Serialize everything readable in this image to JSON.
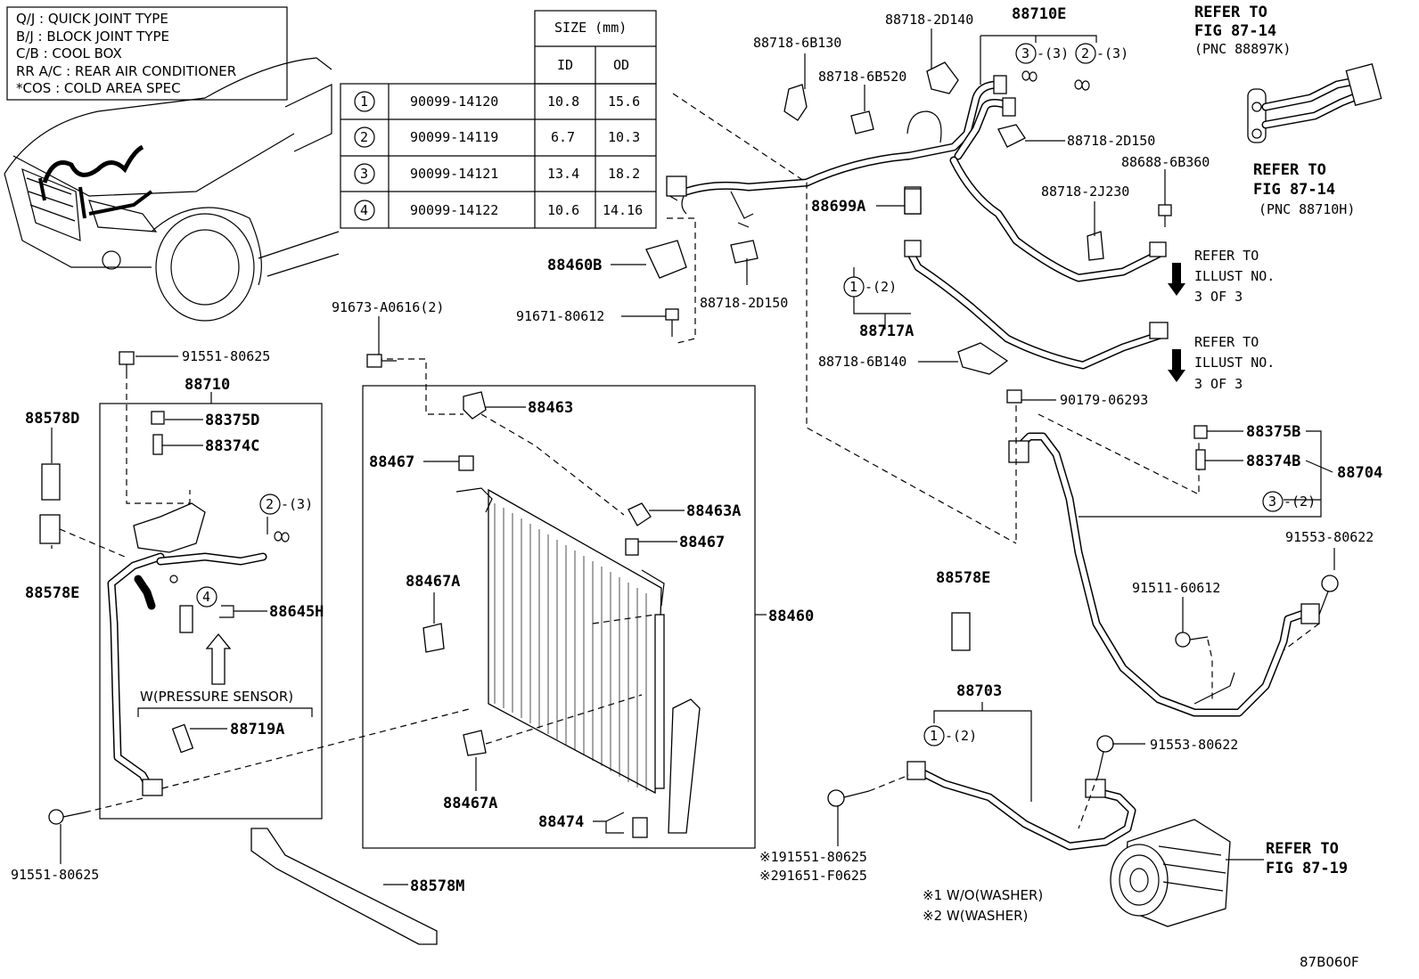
{
  "legend": [
    "Q/J  :  QUICK JOINT TYPE",
    "B/J  :  BLOCK JOINT TYPE",
    "C/B  :  COOL BOX",
    "RR A/C  :  REAR AIR CONDITIONER",
    "*COS  :  COLD AREA SPEC"
  ],
  "size_table": {
    "header": "SIZE (mm)",
    "col_id": "ID",
    "col_od": "OD",
    "rows": [
      {
        "num": "1",
        "part": "90099-14120",
        "id": "10.8",
        "od": "15.6"
      },
      {
        "num": "2",
        "part": "90099-14119",
        "id": "6.7",
        "od": "10.3"
      },
      {
        "num": "3",
        "part": "90099-14121",
        "id": "13.4",
        "od": "18.2"
      },
      {
        "num": "4",
        "part": "90099-14122",
        "id": "10.6",
        "od": "14.16"
      }
    ]
  },
  "labels": {
    "p88718_6B130": "88718-6B130",
    "p88718_2D140": "88718-2D140",
    "p88710E": "88710E",
    "refer_87_14a": "REFER TO",
    "refer_87_14a2": "FIG 87-14",
    "refer_87_14a3": "(PNC 88897K)",
    "p88718_6B520": "88718-6B520",
    "c3_3": "-(3)",
    "c2_3a": "-(3)",
    "p88718_2D150a": "88718-2D150",
    "p88688_6B360": "88688-6B360",
    "refer_87_14b": "REFER TO",
    "refer_87_14b2": "FIG 87-14",
    "refer_87_14b3": "(PNC 88710H)",
    "p88718_2J230": "88718-2J230",
    "p88699A": "88699A",
    "p88460B": "88460B",
    "p88718_2D150b": "88718-2D150",
    "c1_2a": "-(2)",
    "p88717A": "88717A",
    "refer_ill1a": "REFER TO",
    "refer_ill1b": "ILLUST NO.",
    "refer_ill1c": "3 OF 3",
    "p91673": "91673-A0616(2)",
    "p91671": "91671-80612",
    "p88718_6B140": "88718-6B140",
    "refer_ill2a": "REFER TO",
    "refer_ill2b": "ILLUST NO.",
    "refer_ill2c": "3 OF 3",
    "p91551a": "91551-80625",
    "p88710": "88710",
    "p88578D": "88578D",
    "p88375D": "88375D",
    "p88374C": "88374C",
    "p88463": "88463",
    "p90179": "90179-06293",
    "p88375B": "88375B",
    "p88374B": "88374B",
    "p88704": "88704",
    "p88467a": "88467",
    "c2_3b": "-(3)",
    "p88463A": "88463A",
    "c3_2": "-(2)",
    "p88578E_a": "88578E",
    "p88467b": "88467",
    "p91553a": "91553-80622",
    "p88645H": "88645H",
    "p88467A_a": "88467A",
    "p88578E_b": "88578E",
    "p91511": "91511-60612",
    "p88460": "88460",
    "w_pressure": "W(PRESSURE SENSOR)",
    "p88719A": "88719A",
    "p88703": "88703",
    "c1_2b": "-(2)",
    "p91553b": "91553-80622",
    "p88467A_b": "88467A",
    "p88474": "88474",
    "p91551b": "91551-80625",
    "note1_part": "※191551-80625",
    "note2_part": "※291651-F0625",
    "refer_87_19a": "REFER TO",
    "refer_87_19b": "FIG 87-19",
    "p88578M": "88578M",
    "note1": "※1 W/O(WASHER)",
    "note2": "※2 W(WASHER)",
    "fig_code": "87B060F"
  }
}
